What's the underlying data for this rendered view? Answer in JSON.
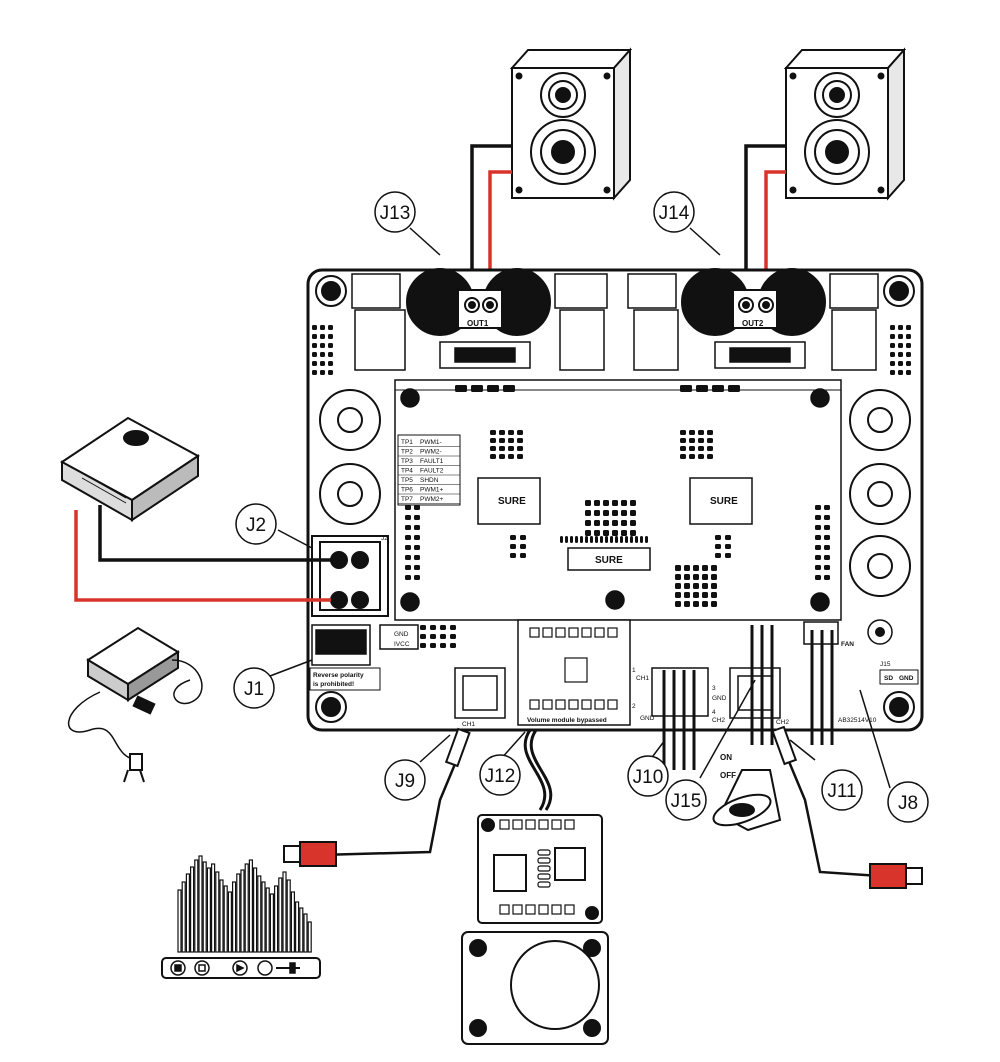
{
  "callouts": {
    "j13": "J13",
    "j14": "J14",
    "j2": "J2",
    "j1": "J1",
    "j9": "J9",
    "j12": "J12",
    "j10": "J10",
    "j15": "J15",
    "j11": "J11",
    "j8": "J8"
  },
  "board": {
    "brand": "SURE",
    "out1": "OUT1",
    "out2": "OUT2",
    "gnd": "GND",
    "ivcc": "IVCC",
    "reverse_line1": "Reverse polarity",
    "reverse_line2": "is prohibited!",
    "ch1": "CH1",
    "ch2": "CH2",
    "fan": "FAN",
    "sd": "SD",
    "sd_gnd": "GND",
    "volume_text": "Volume module bypassed",
    "pin1": "1",
    "pin2": "2",
    "pin3": "3",
    "pin4": "4",
    "gnd_pin2": "GND",
    "gnd_pin3": "GND",
    "ch1_pin": "CH1",
    "ch2_pin": "CH2",
    "part_no": "AB32514V10",
    "j2_mark": "J2",
    "j15_mark": "J15",
    "test_points": [
      {
        "id": "TP1",
        "name": "PWM1-"
      },
      {
        "id": "TP2",
        "name": "PWM2-"
      },
      {
        "id": "TP3",
        "name": "FAULT1"
      },
      {
        "id": "TP4",
        "name": "FAULT2"
      },
      {
        "id": "TP5",
        "name": "SHDN"
      },
      {
        "id": "TP6",
        "name": "PWM1+"
      },
      {
        "id": "TP7",
        "name": "PWM2+"
      }
    ]
  },
  "switch": {
    "on": "ON",
    "off": "OFF"
  },
  "player_buttons": [
    "stop-icon",
    "pause-icon",
    "skip-icon",
    "volume-icon"
  ],
  "colors": {
    "red_wire": "#d9342b",
    "black_wire": "#111111"
  }
}
